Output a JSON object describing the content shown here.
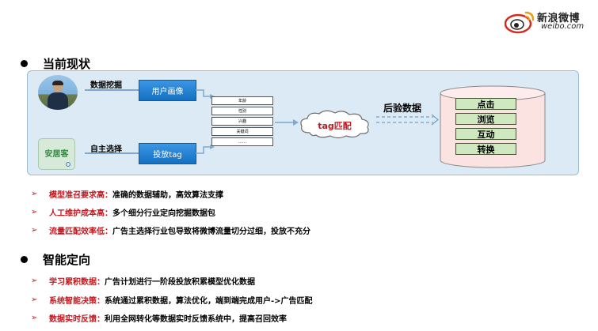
{
  "brand": {
    "name_cn": "新浪微博",
    "name_en": "weibo.com"
  },
  "sections": [
    {
      "title": "当前现状"
    },
    {
      "title": "智能定向"
    }
  ],
  "diagram": {
    "app_name": "安居客",
    "data_mining_label": "数据挖掘",
    "self_select_label": "自主选择",
    "user_profile_label": "用户画像",
    "ad_tag_label": "投放tag",
    "tag_items": [
      "年龄",
      "性别",
      "兴趣",
      "关键词",
      "……"
    ],
    "tag_match_label": "tag匹配",
    "post_verify_label": "后验数据",
    "metrics": [
      "点击",
      "浏览",
      "互动",
      "转换"
    ]
  },
  "current_points": [
    {
      "key": "模型准召要求高：",
      "value": "准确的数据辅助，高效算法支撑"
    },
    {
      "key": "人工维护成本高：",
      "value": "多个细分行业定向挖掘数据包"
    },
    {
      "key": "流量匹配效率低：",
      "value": "广告主选择行业包导致将微博流量切分过细，投放不充分"
    }
  ],
  "smart_points": [
    {
      "key": "学习累积数据：",
      "value": "广告计划进行一阶段投放积累模型优化数据"
    },
    {
      "key": "系统智能决策：",
      "value": "系统通过累积数据，算法优化，端到端完成用户->广告匹配"
    },
    {
      "key": "数据实时反馈：",
      "value": "利用全网转化等数据实时反馈系统中，提高召回效率"
    }
  ],
  "colors": {
    "accent_red": "#c0181f",
    "box_blue": "#1470c2",
    "panel_bg": "#dbeaf4",
    "metric_green": "#cfe8c0"
  },
  "icons": {
    "bullet": "diamond-arrow-icon",
    "logo": "weibo-eye-icon"
  }
}
